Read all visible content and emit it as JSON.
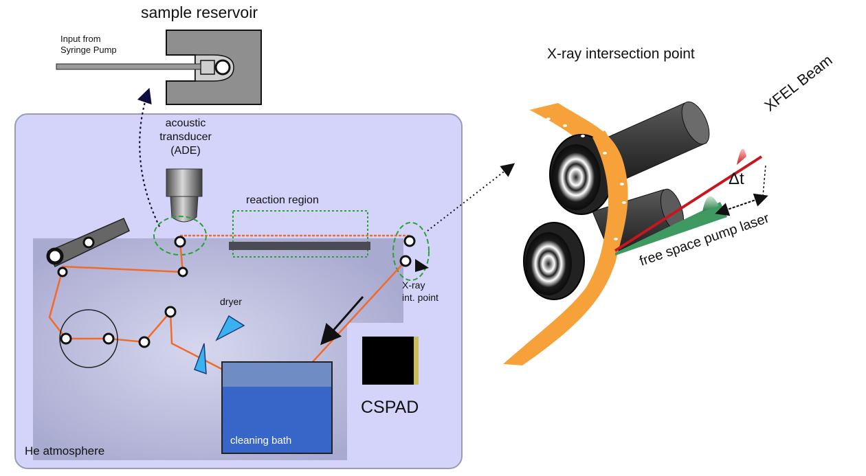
{
  "labels": {
    "sample_reservoir": "sample reservoir",
    "input_line1": "Input from",
    "input_line2": "Syringe Pump",
    "acoustic_line1": "acoustic",
    "acoustic_line2": "transducer",
    "acoustic_line3": "(ADE)",
    "reaction_region": "reaction region",
    "dryer": "dryer",
    "xray_int_line1": "X-ray",
    "xray_int_line2": "int. point",
    "cspad": "CSPAD",
    "cleaning_bath": "cleaning bath",
    "he_atmosphere": "He atmosphere",
    "xray_intersection_point": "X-ray intersection point",
    "xfel_beam": "XFEL Beam",
    "delta_t": "Δt",
    "pump_laser": "free space pump laser"
  },
  "colors": {
    "chamber_fill": "#d4d4fb",
    "inner_panel": "#b2b3d6",
    "tape": "#f26a2a",
    "water": "#3865c8",
    "water_top": "#6f8dc4",
    "dryer": "#3bb2f0",
    "xfel": "#c8161d",
    "laser": "#3f9a62",
    "tape_orange": "#f7a13a",
    "cspad_strip": "#c8bd58",
    "dashed_green": "#26a336"
  }
}
